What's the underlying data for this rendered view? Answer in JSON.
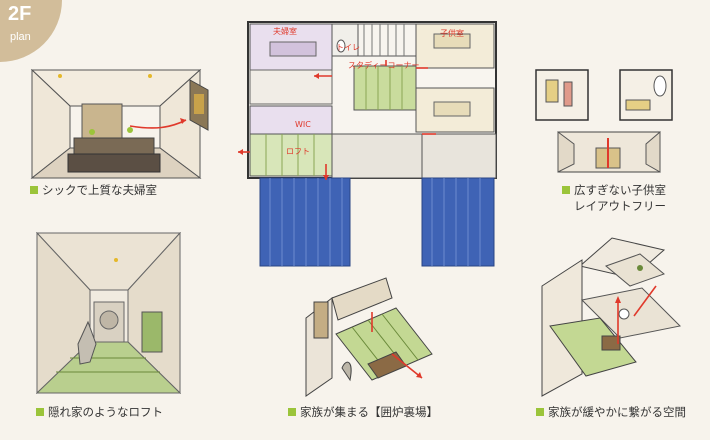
{
  "badge": {
    "floor": "2F",
    "sub": "plan"
  },
  "captions": {
    "master": "シックで上質な夫婦室",
    "kids_1": "広すぎない子供室",
    "kids_2": "レイアウトフリー",
    "loft": "隠れ家のようなロフト",
    "irori": "家族が集まる【囲炉裏場】",
    "space": "家族が緩やかに繋がる空間"
  },
  "plan_labels": {
    "master": "夫婦室",
    "toilet": "トイレ",
    "kids": "子供室",
    "study": "スタディーコーナー",
    "wic": "WIC",
    "loft": "ロフト"
  },
  "colors": {
    "badge": "#d2bd9a",
    "bullet": "#9bc43a",
    "red": "#e0392b",
    "blue": "#3f63b5",
    "green": "#b9d489"
  }
}
